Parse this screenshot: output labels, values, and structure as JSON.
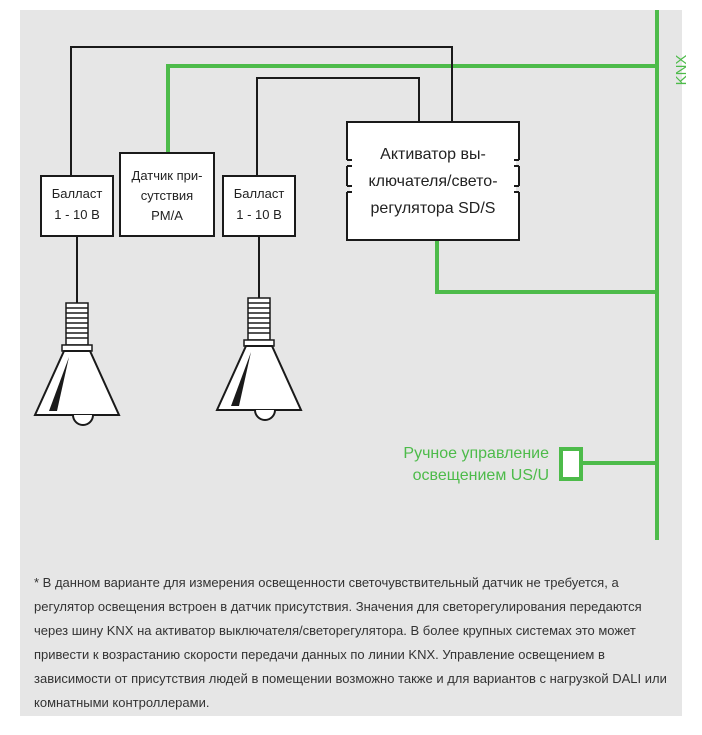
{
  "colors": {
    "bus_green": "#4dbb4a",
    "panel_bg": "#e6e6e6",
    "wire": "#1a1a1a"
  },
  "bus_label": "KNX",
  "ballast1": {
    "line1": "Балласт",
    "line2": "1 - 10 В"
  },
  "ballast2": {
    "line1": "Балласт",
    "line2": "1 - 10 В"
  },
  "sensor": {
    "line1": "Датчик при-",
    "line2": "сутствия",
    "line3": "PM/A"
  },
  "actuator": {
    "line1": "Активатор вы-",
    "line2": "ключателя/свето-",
    "line3": "регулятора SD/S"
  },
  "manual_control": {
    "line1": "Ручное управление",
    "line2": "освещением US/U"
  },
  "lamp_icons": [
    "lamp-icon",
    "lamp-icon"
  ],
  "footnote": "* В данном варианте для измерения освещенности светочувствительный датчик не требуется, а регулятор освещения встроен в датчик присутствия. Значения для светорегулирования передаются через шину KNX на активатор выключателя/светорегулятора. В более крупных системах это может привести к возрастанию скорости передачи данных по линии KNX. Управление освещением в зависимости от присутствия людей в помещении возможно также и для вариантов с нагрузкой DALI или комнатными контроллерами."
}
